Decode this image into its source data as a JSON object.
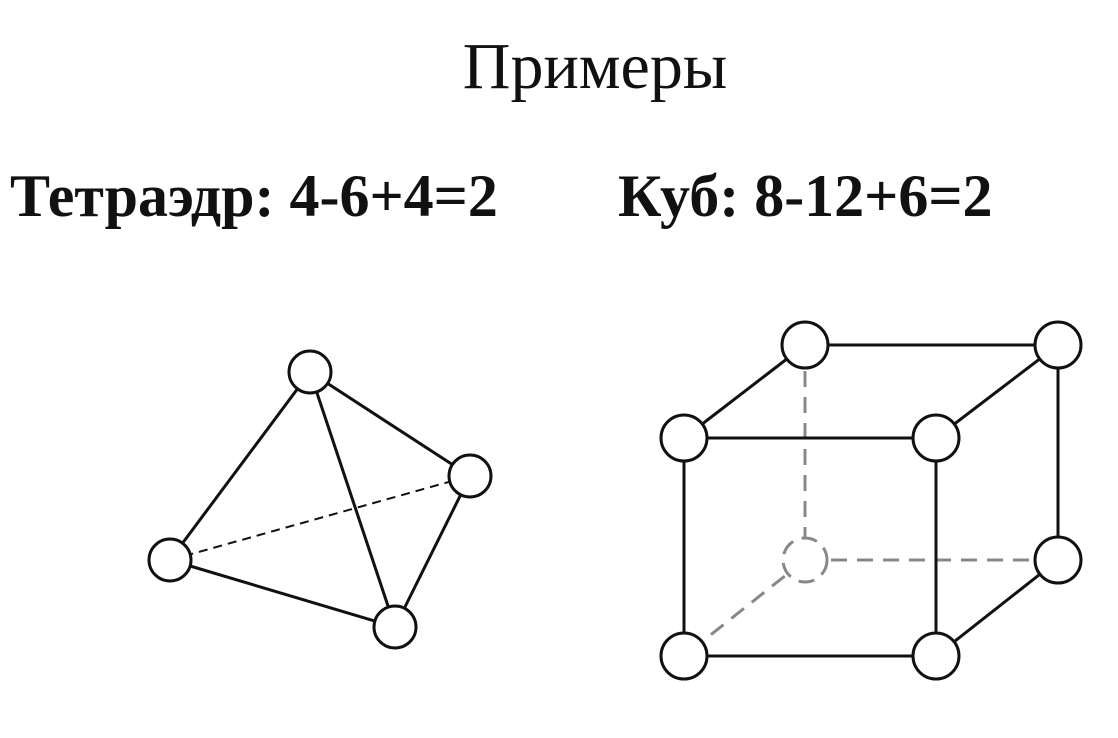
{
  "title": "Примеры",
  "formulas": {
    "tetrahedron": "Тетраэдр: 4-6+4=2",
    "cube": "Куб: 8-12+6=2"
  },
  "colors": {
    "stroke": "#111111",
    "hidden_stroke": "#888888",
    "background": "#ffffff"
  }
}
